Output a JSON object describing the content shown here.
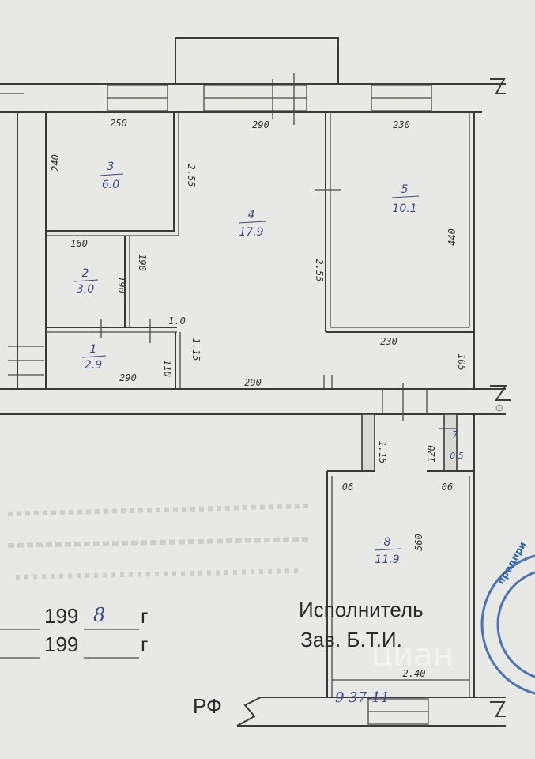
{
  "rooms": [
    {
      "num": "3",
      "area": "6.0"
    },
    {
      "num": "2",
      "area": "3.0"
    },
    {
      "num": "1",
      "area": "2.9"
    },
    {
      "num": "4",
      "area": "17.9"
    },
    {
      "num": "5",
      "area": "10.1"
    },
    {
      "num": "7",
      "area": "0.5"
    },
    {
      "num": "8",
      "area": "11.9"
    }
  ],
  "dimensions": {
    "d_250": "250",
    "d_290_top": "290",
    "d_230_top": "230",
    "d_240": "240",
    "d_255": "2.55",
    "d_160": "160",
    "d_190a": "190",
    "d_190b": "190",
    "d_10": "1.0",
    "d_115": "1.15",
    "d_110": "110",
    "d_290_bl": "290",
    "d_290_bm": "290",
    "d_440": "440",
    "d_255b": "2.55",
    "d_230_mid": "230",
    "d_105": "105",
    "d_115b": "1.15",
    "d_120": "120",
    "d_06a": "06",
    "d_06b": "06",
    "d_560": "560",
    "d_240b": "2.40"
  },
  "footer": {
    "year1_prefix": "199",
    "year1_hand": "8",
    "year1_suffix": "г",
    "year2_prefix": "199",
    "year2_suffix": "г",
    "executor": "Исполнитель",
    "head": "Зав. Б.Т.И.",
    "rf": "РФ",
    "hand_note": "9 37-11"
  },
  "watermark": "циан",
  "colors": {
    "ink": "#3a3a3a",
    "hand": "#3b4a8a",
    "seal": "#2f5fae"
  }
}
